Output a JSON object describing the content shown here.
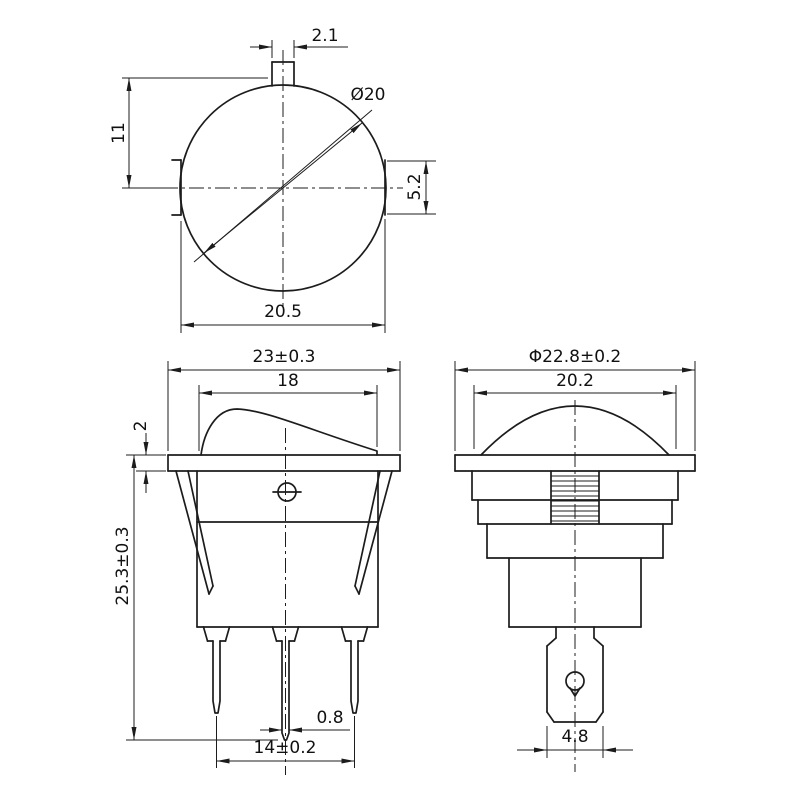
{
  "page": {
    "background": "#ffffff",
    "line_color": "#1c1c1c",
    "description": "Technical dimension drawing of a round rocker switch, three orthographic views"
  },
  "views": {
    "top_view": {
      "dims": {
        "tab_width": "2.1",
        "diameter": "Ø20",
        "center_height": "11",
        "flat_height": "5.2",
        "overall_width": "20.5"
      }
    },
    "front_view": {
      "dims": {
        "overall_width": "23±0.3",
        "rocker_width": "18",
        "flange_thickness": "2",
        "body_height": "25.3±0.3",
        "pin_thickness": "0.8",
        "pin_spacing": "14±0.2"
      }
    },
    "side_view": {
      "dims": {
        "overall_diameter": "Φ22.8±0.2",
        "body_diameter": "20.2",
        "terminal_width": "4.8"
      }
    }
  }
}
